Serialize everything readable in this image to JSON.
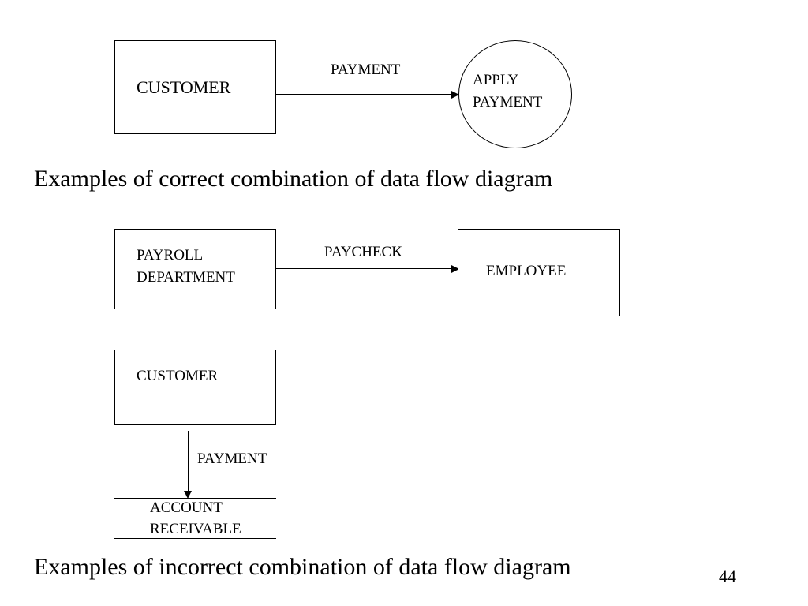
{
  "correct_example": {
    "source_entity": "CUSTOMER",
    "flow_label": "PAYMENT",
    "process_line1": "APPLY",
    "process_line2": "PAYMENT",
    "caption": "Examples of correct combination of data flow diagram"
  },
  "incorrect_example_1": {
    "source_line1": "PAYROLL",
    "source_line2": "DEPARTMENT",
    "flow_label": "PAYCHECK",
    "target_entity": "EMPLOYEE"
  },
  "incorrect_example_2": {
    "source_entity": "CUSTOMER",
    "flow_label": "PAYMENT",
    "store_line1": "ACCOUNT",
    "store_line2": "RECEIVABLE",
    "caption": "Examples of incorrect combination of data flow diagram"
  },
  "page_number": "44"
}
